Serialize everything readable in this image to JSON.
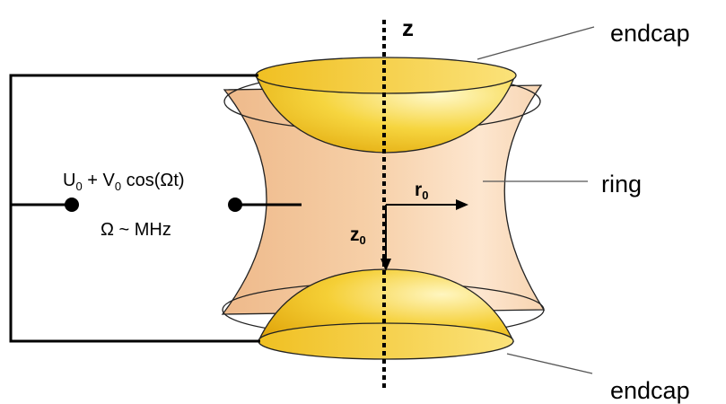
{
  "labels": {
    "axis": "z",
    "endcap_top": "endcap",
    "ring": "ring",
    "endcap_bottom": "endcap",
    "voltage": {
      "u_symbol": "U",
      "u_sub": "0",
      "plus": " + ",
      "v_symbol": "V",
      "v_sub": "0",
      "cos": " cos(Ωt)"
    },
    "frequency": "Ω ~ MHz",
    "r0": {
      "symbol": "r",
      "sub": "0"
    },
    "z0": {
      "symbol": "z",
      "sub": "0"
    }
  },
  "colors": {
    "ring_fill": "#f3c79c",
    "ring_light": "#fde9d6",
    "endcap_fill": "#f2c321",
    "endcap_light": "#fff3b0",
    "wire": "#000000",
    "leader": "#555555"
  }
}
